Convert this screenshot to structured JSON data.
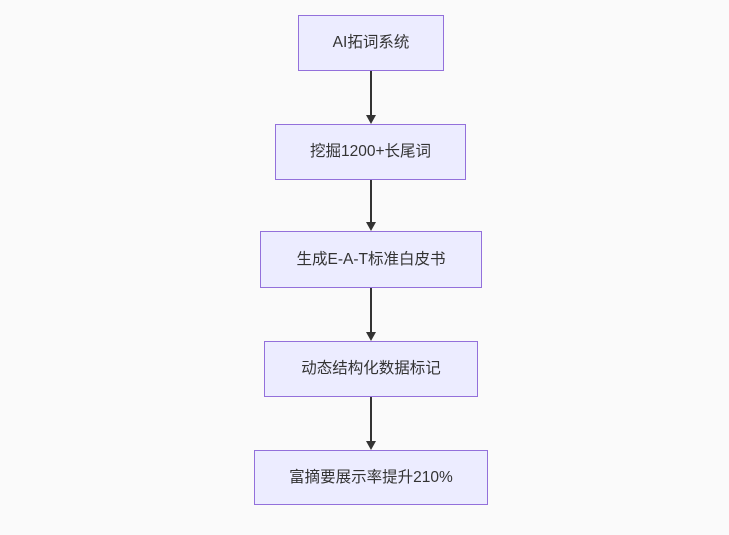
{
  "diagram": {
    "type": "flowchart-vertical",
    "colors": {
      "background": "#fafafa",
      "node_fill": "#ececff",
      "node_border": "#9370db",
      "node_text": "#333333",
      "arrow": "#333333"
    },
    "nodes": [
      {
        "id": "n1",
        "label": "AI拓词系统"
      },
      {
        "id": "n2",
        "label": "挖掘1200+长尾词"
      },
      {
        "id": "n3",
        "label": "生成E-A-T标准白皮书"
      },
      {
        "id": "n4",
        "label": "动态结构化数据标记"
      },
      {
        "id": "n5",
        "label": "富摘要展示率提升210%"
      }
    ],
    "edges": [
      {
        "from": "n1",
        "to": "n2"
      },
      {
        "from": "n2",
        "to": "n3"
      },
      {
        "from": "n3",
        "to": "n4"
      },
      {
        "from": "n4",
        "to": "n5"
      }
    ]
  }
}
